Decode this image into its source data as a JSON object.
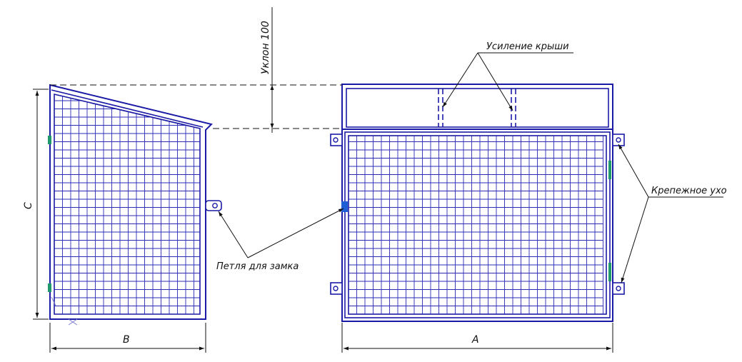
{
  "labels": {
    "slope": "Уклон  100",
    "roof_reinforcement": "Усиление крыши",
    "mounting_ear": "Крепежное ухо",
    "lock_loop": "Петля для замка",
    "dim_a": "A",
    "dim_b": "B",
    "dim_c": "C"
  },
  "colors": {
    "frame": "#1a1aa6",
    "mesh": "#2b2bb8",
    "leader": "#111111",
    "hinge": "#1f9a6a",
    "lock_marker": "#1f5fd6"
  }
}
